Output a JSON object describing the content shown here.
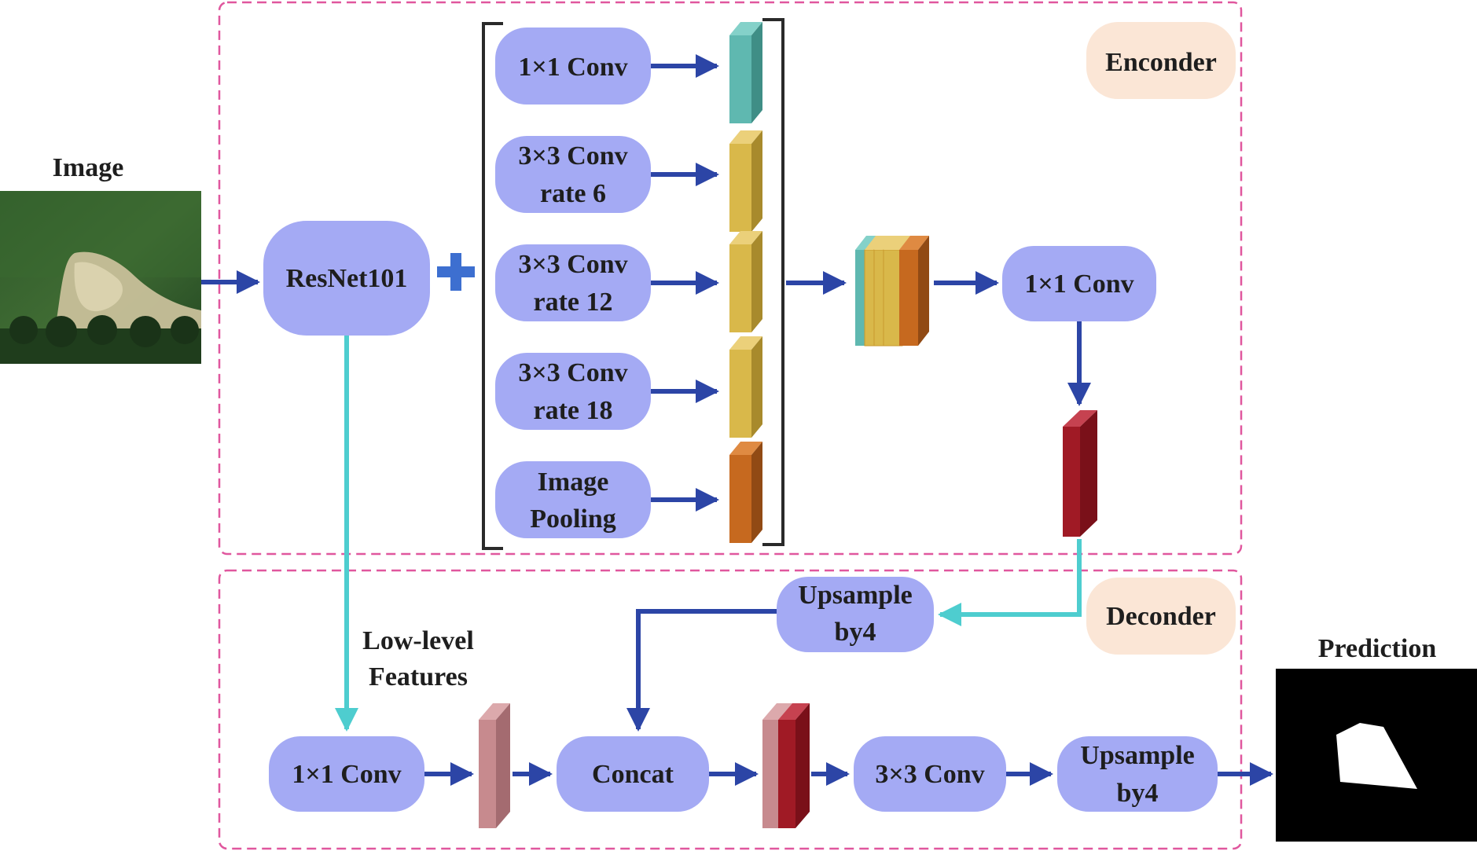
{
  "input": {
    "title": "Image",
    "image_name": "aerial-landslide-image"
  },
  "output": {
    "title": "Prediction",
    "image_name": "binary-mask-image"
  },
  "encoder": {
    "tag": "Enconder",
    "backbone": "ResNet101",
    "branches": [
      {
        "line1": "1×1 Conv",
        "line2": ""
      },
      {
        "line1": "3×3 Conv",
        "line2": "rate 6"
      },
      {
        "line1": "3×3 Conv",
        "line2": "rate 12"
      },
      {
        "line1": "3×3 Conv",
        "line2": "rate 18"
      },
      {
        "line1": "Image",
        "line2": "Pooling"
      }
    ],
    "fuse_conv": "1×1 Conv"
  },
  "decoder": {
    "tag": "Deconder",
    "upsample1": {
      "line1": "Upsample",
      "line2": "by4"
    },
    "low_level": {
      "line1": "Low-level",
      "line2": "Features"
    },
    "low_conv": "1×1 Conv",
    "concat": "Concat",
    "conv3": "3×3 Conv",
    "upsample2": {
      "line1": "Upsample",
      "line2": "by4"
    }
  },
  "colors": {
    "node_fill": "#a4aaf4",
    "arrow_blue": "#2c45a6",
    "arrow_cyan": "#4ecdcf",
    "dash_border": "#e0579e",
    "tag_fill": "#fbe6d6",
    "teal": "#5fb8b0",
    "yellow": "#d9b84a",
    "orange": "#c6691f",
    "crimson": "#a01a25",
    "pink": "#c78a8e"
  }
}
